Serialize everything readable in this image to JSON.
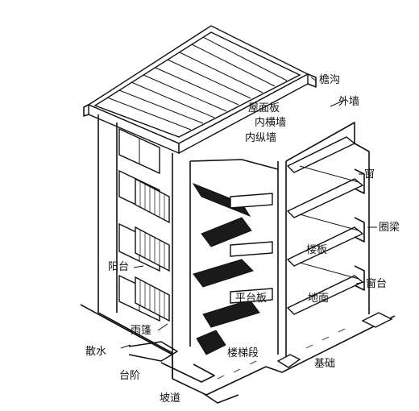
{
  "labels": {
    "eave_gutter": "檐沟",
    "roof_slab": "屋面板",
    "inner_cross_wall": "内横墙",
    "inner_long_wall": "内纵墙",
    "outer_wall": "外墙",
    "window": "窗",
    "ring_beam": "圈梁",
    "floor_slab": "楼板",
    "window_sill": "窗台",
    "ground_floor": "地面",
    "balcony": "阳台",
    "landing_slab": "平台板",
    "canopy": "雨篷",
    "apron": "散水",
    "stair_flight": "楼梯段",
    "foundation": "基础",
    "steps": "台阶",
    "ramp": "坡道"
  }
}
